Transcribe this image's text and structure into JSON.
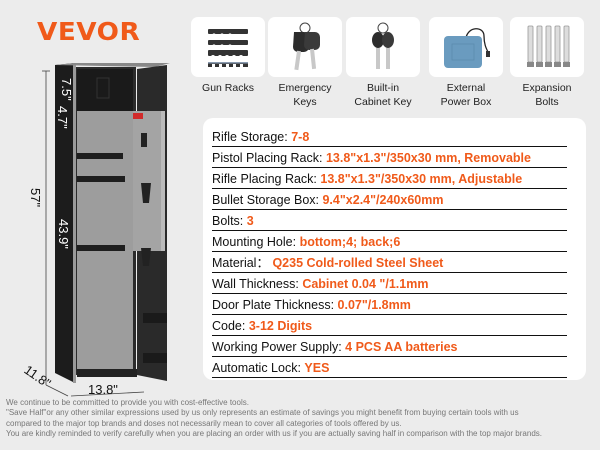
{
  "brand": {
    "logo": "VEVOR",
    "accent": "#f05a1a"
  },
  "accessories": [
    {
      "icon": "gun-racks-icon",
      "label_lines": [
        "Gun Racks"
      ]
    },
    {
      "icon": "emergency-keys-icon",
      "label_lines": [
        "Emergency",
        "Keys"
      ]
    },
    {
      "icon": "cabinet-key-icon",
      "label_lines": [
        "Built-in",
        "Cabinet Key"
      ]
    },
    {
      "icon": "power-box-icon",
      "label_lines": [
        "External",
        "Power Box"
      ]
    },
    {
      "icon": "expansion-bolts-icon",
      "label_lines": [
        "Expansion",
        "Bolts"
      ]
    }
  ],
  "specs": [
    {
      "label": "Rifle Storage: ",
      "value": "7-8"
    },
    {
      "label": "Pistol Placing Rack: ",
      "value": "13.8\"x1.3\"/350x30 mm, Removable"
    },
    {
      "label": "Rifle Placing Rack: ",
      "value": "13.8\"x1.3\"/350x30 mm, Adjustable"
    },
    {
      "label": "Bullet Storage Box: ",
      "value": "9.4\"x2.4\"/240x60mm"
    },
    {
      "label": "Bolts: ",
      "value": "3"
    },
    {
      "label": "Mounting Hole: ",
      "value": "bottom;4; back;6"
    },
    {
      "label": "Material：",
      "value": " Q235 Cold-rolled Steel Sheet"
    },
    {
      "label": "Wall Thickness: ",
      "value": "Cabinet 0.04 \"/1.1mm"
    },
    {
      "label": "Door Plate Thickness: ",
      "value": "0.07\"/1.8mm"
    },
    {
      "label": "Code: ",
      "value": "3-12 Digits"
    },
    {
      "label": "Working Power Supply: ",
      "value": "4 PCS AA batteries"
    },
    {
      "label": "Automatic Lock: ",
      "value": "YES"
    }
  ],
  "dimensions": {
    "top_compartment": "7.5\"",
    "upper_section": "4.7\"",
    "total_height": "57\"",
    "lower_section": "43.9\"",
    "depth": "11.8\"",
    "width": "13.8\""
  },
  "footer": {
    "lines": [
      "We continue to be committed to provide you with cost-effective tools.",
      "\"Save Half\"or any other similar expressions used by us only represents an estimate of savings you might benefit from buying certain tools with us",
      "compared to the major top brands and doses not necessarily mean to cover all categories of tools offered by us.",
      "You are kindly reminded to verify carefully when you are placing an order with us if you are actually saving half in comparison with the top major brands."
    ]
  }
}
